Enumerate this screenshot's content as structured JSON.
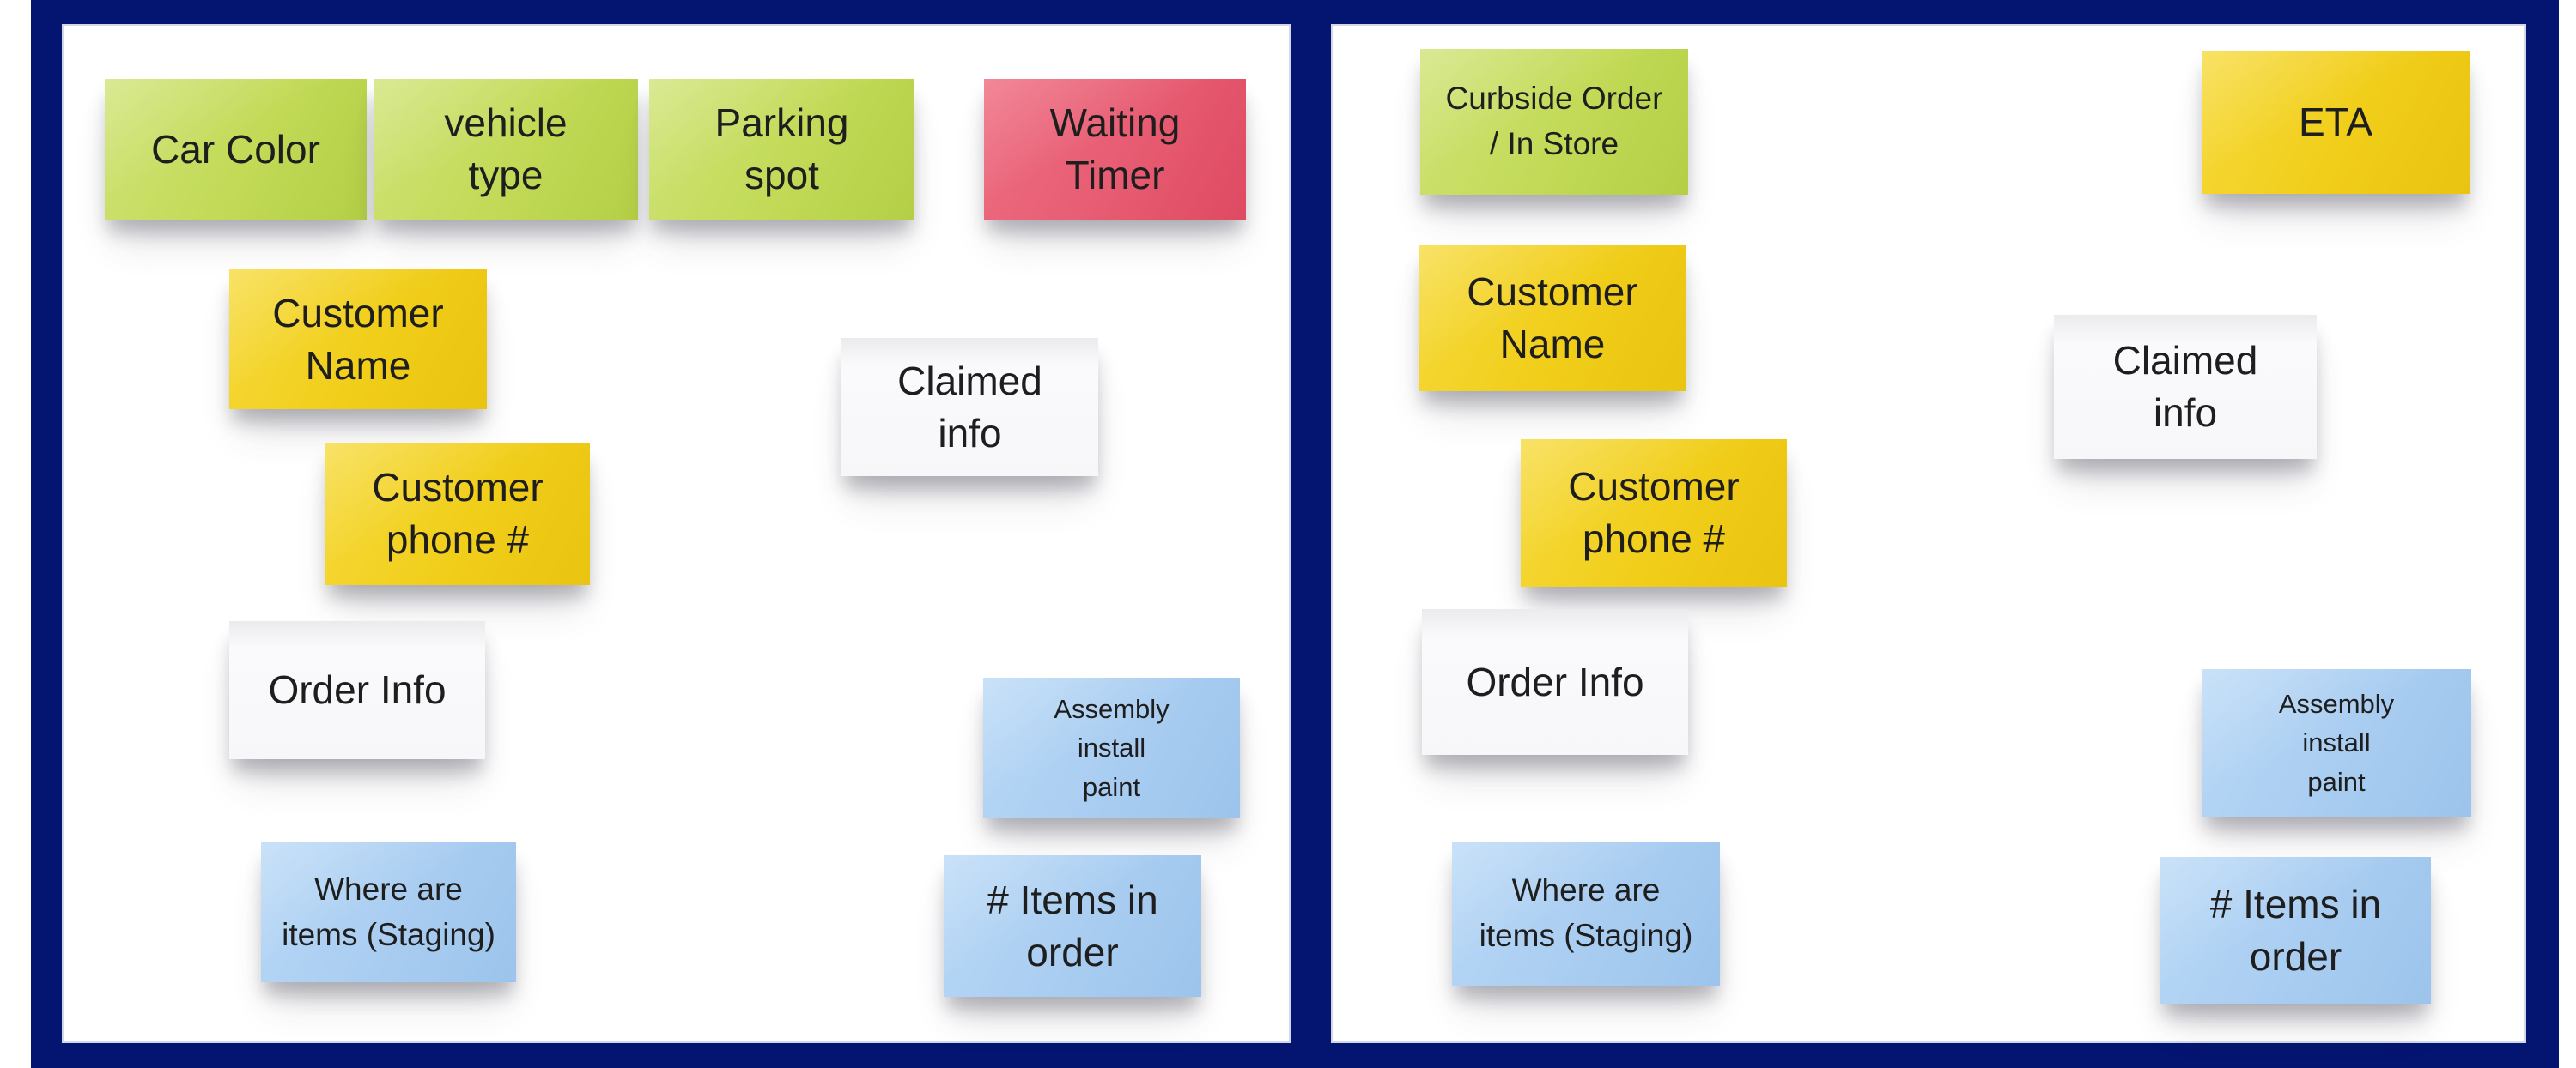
{
  "colors": {
    "frame_navy": "#031570",
    "panel_white": "#ffffff",
    "note_green": "#C2DA57",
    "note_yellow": "#F1CE1A",
    "note_pink": "#E75C72",
    "note_blue": "#A9CDF1",
    "note_white": "#F7F7F9",
    "text": "#1E1E1E"
  },
  "left_panel": {
    "notes": [
      {
        "label": "Car Color",
        "color": "green"
      },
      {
        "label": "vehicle\ntype",
        "color": "green"
      },
      {
        "label": "Parking\nspot",
        "color": "green"
      },
      {
        "label": "Waiting\nTimer",
        "color": "pink"
      },
      {
        "label": "Customer\nName",
        "color": "yellow"
      },
      {
        "label": "Customer\nphone #",
        "color": "yellow"
      },
      {
        "label": "Claimed\ninfo",
        "color": "white"
      },
      {
        "label": "Order Info",
        "color": "white"
      },
      {
        "label": "Assembly\ninstall\npaint",
        "color": "blue"
      },
      {
        "label": "Where are\nitems (Staging)",
        "color": "blue"
      },
      {
        "label": "# Items in\norder",
        "color": "blue"
      }
    ]
  },
  "right_panel": {
    "notes": [
      {
        "label": "Curbside Order\n/ In Store",
        "color": "green"
      },
      {
        "label": "ETA",
        "color": "yellow"
      },
      {
        "label": "Customer\nName",
        "color": "yellow"
      },
      {
        "label": "Customer\nphone #",
        "color": "yellow"
      },
      {
        "label": "Claimed\ninfo",
        "color": "white"
      },
      {
        "label": "Order Info",
        "color": "white"
      },
      {
        "label": "Assembly\ninstall\npaint",
        "color": "blue"
      },
      {
        "label": "Where are\nitems (Staging)",
        "color": "blue"
      },
      {
        "label": "# Items in\norder",
        "color": "blue"
      }
    ]
  }
}
